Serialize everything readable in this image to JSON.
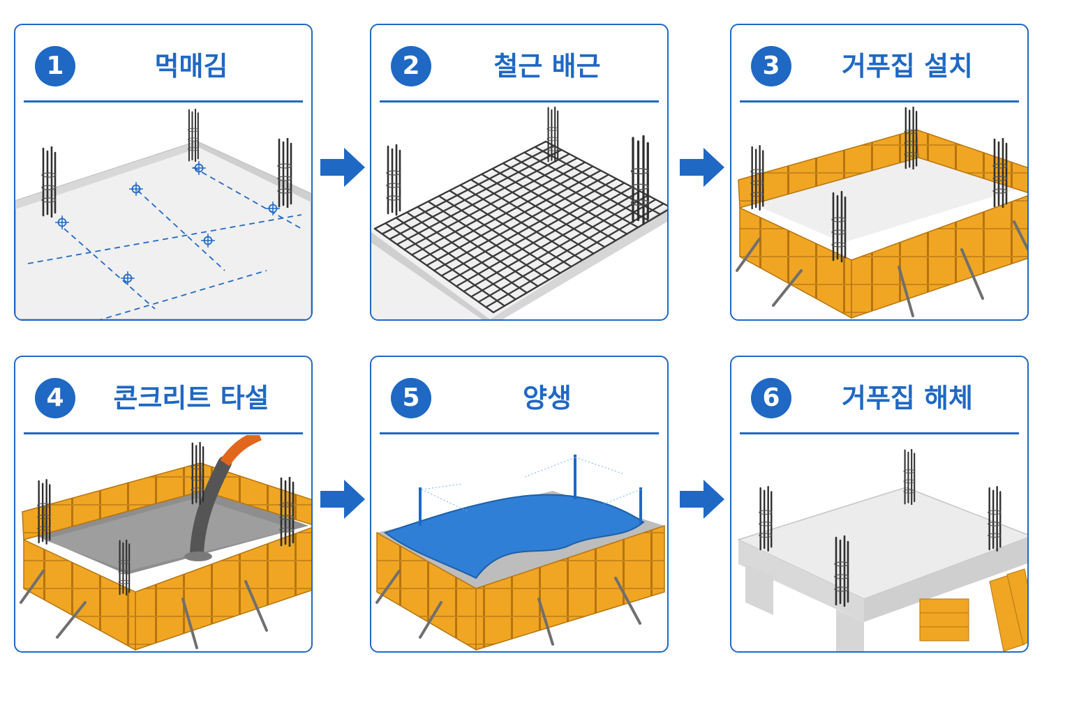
{
  "steps": [
    {
      "number": "1",
      "title": "먹매김"
    },
    {
      "number": "2",
      "title": "철근 배근"
    },
    {
      "number": "3",
      "title": "거푸집 설치"
    },
    {
      "number": "4",
      "title": "콘크리트 타설"
    },
    {
      "number": "5",
      "title": "양생"
    },
    {
      "number": "6",
      "title": "거푸집 해체"
    }
  ],
  "colors": {
    "accent": "#1f68c4",
    "formwork": "#f0a623",
    "formwork_dark": "#b6730e",
    "concrete": "#e8e8e8",
    "rebar": "#333333",
    "tarp": "#2f7fd6",
    "hose": "#e0671c"
  },
  "icons": [
    "arrow-right-icon"
  ]
}
